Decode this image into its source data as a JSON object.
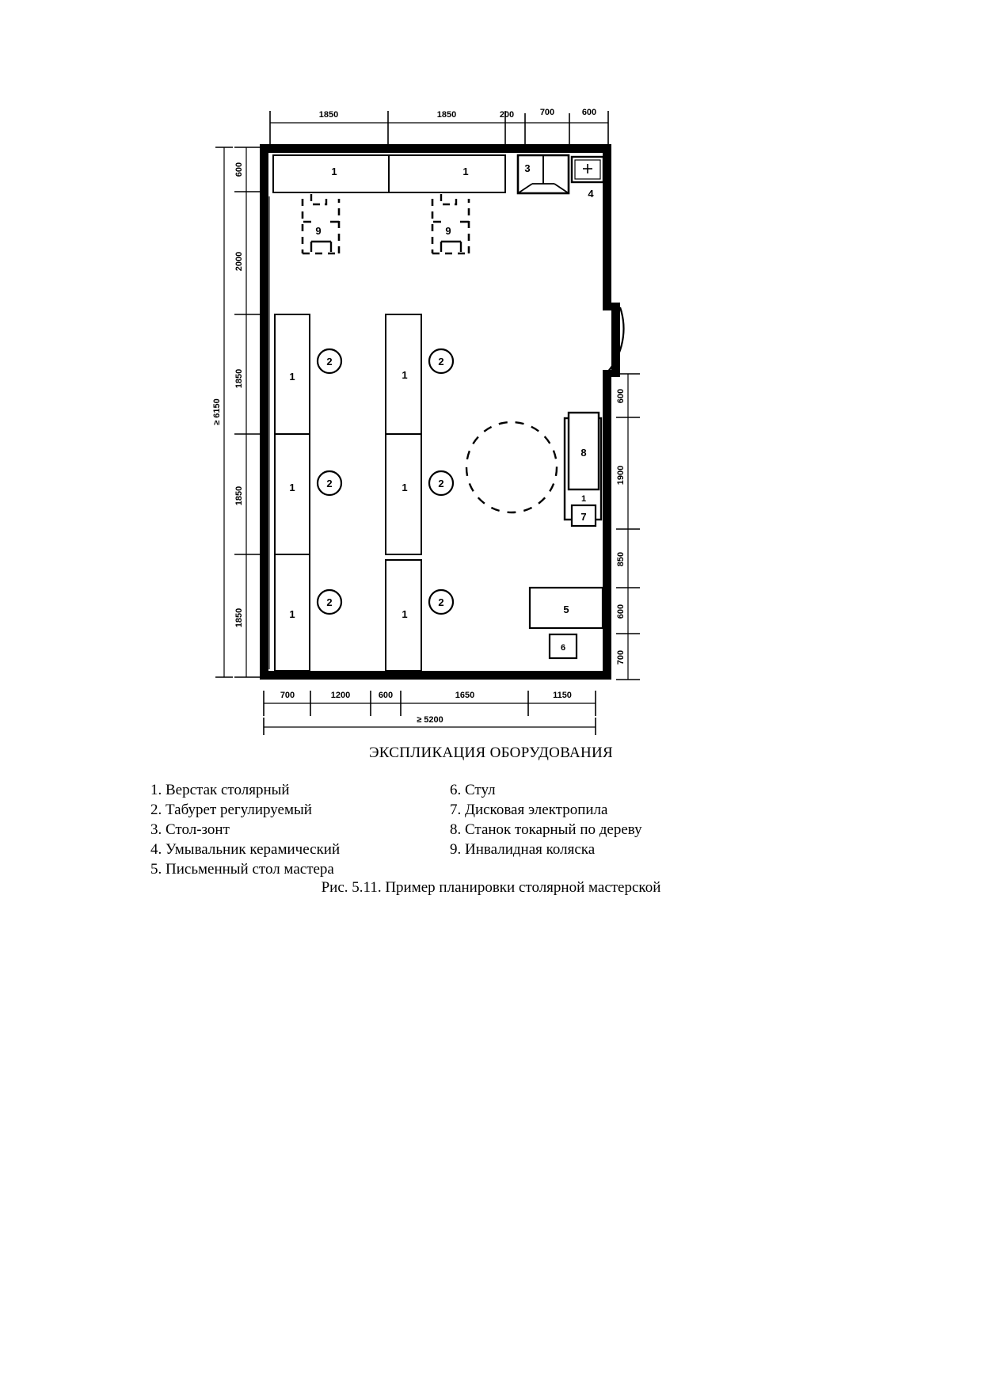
{
  "figure": {
    "legend_title": "ЭКСПЛИКАЦИЯ ОБОРУДОВАНИЯ",
    "caption": "Рис. 5.11. Пример планировки столярной мастерской"
  },
  "legend": {
    "left_column": [
      "1. Верстак столярный",
      "2. Табурет регулируемый",
      "3. Стол-зонт",
      "4. Умывальник керамический",
      "5. Письменный стол мастера"
    ],
    "right_column": [
      "6. Стул",
      "7. Дисковая электропила",
      "8. Станок токарный по дереву",
      "9. Инвалидная коляска"
    ]
  },
  "plan": {
    "dimensions": {
      "top": [
        "1850",
        "1850",
        "200",
        "700",
        "600"
      ],
      "left": [
        "600",
        "2000",
        "1850",
        "1850",
        "1850"
      ],
      "left_overall": "≥ 6150",
      "right": [
        "600",
        "1900",
        "850",
        "600",
        "700"
      ],
      "bottom": [
        "700",
        "1200",
        "600",
        "1650",
        "1150"
      ],
      "bottom_overall": "≥ 5200"
    },
    "equipment_labels": {
      "workbench": "1",
      "stool": "2",
      "hood_table": "3",
      "washbasin": "4",
      "master_desk": "5",
      "chair": "6",
      "circular_saw": "7",
      "wood_lathe": "8",
      "wheelchair": "9"
    },
    "colors": {
      "wall": "#000000",
      "line": "#000000",
      "background": "#ffffff"
    }
  }
}
